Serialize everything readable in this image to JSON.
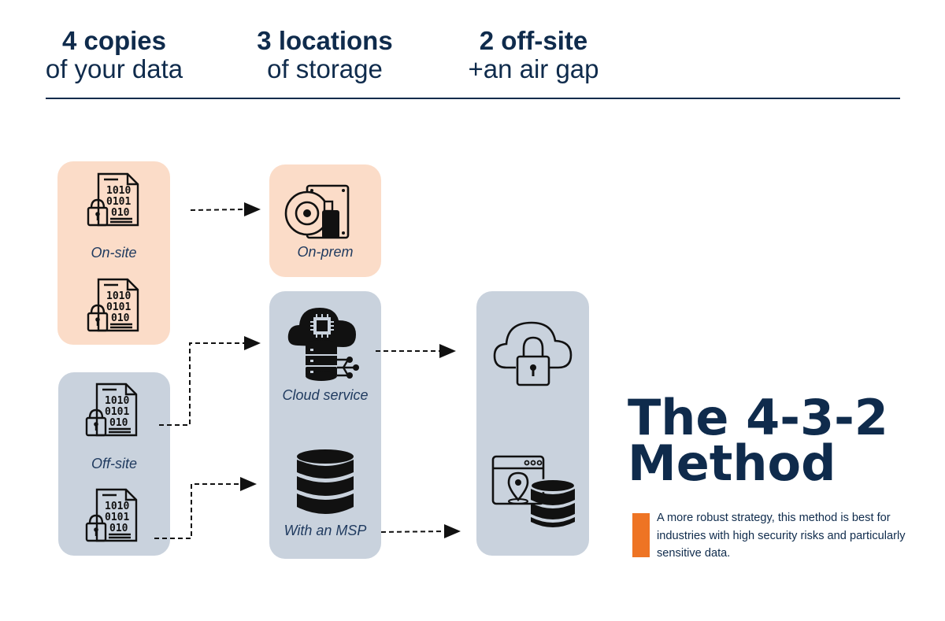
{
  "header": {
    "col1": {
      "bold": "4 copies",
      "normal": "of your data"
    },
    "col2": {
      "bold": "3 locations",
      "normal": "of storage"
    },
    "col3": {
      "bold": "2 off-site",
      "normal": "+an air gap"
    }
  },
  "labels": {
    "onsite": "On-site",
    "offsite": "Off-site",
    "onprem": "On-prem",
    "cloud": "Cloud service",
    "msp": "With an MSP"
  },
  "document_icon_text": {
    "row1": "1010",
    "row2": "0101",
    "row3": "010"
  },
  "title": {
    "line1": "The 4-3-2",
    "line2": "Method"
  },
  "description": "A more robust strategy, this method is best for industries with high security risks and particularly sensitive data.",
  "colors": {
    "navy": "#0f2b4c",
    "peach": "#fbdcc8",
    "grey": "#c9d2dd",
    "orange": "#ee7424"
  },
  "icons": [
    "secure-document-icon",
    "hard-drive-usb-icon",
    "cloud-server-icon",
    "database-icon",
    "cloud-lock-icon",
    "web-location-database-icon",
    "arrow-icon"
  ]
}
